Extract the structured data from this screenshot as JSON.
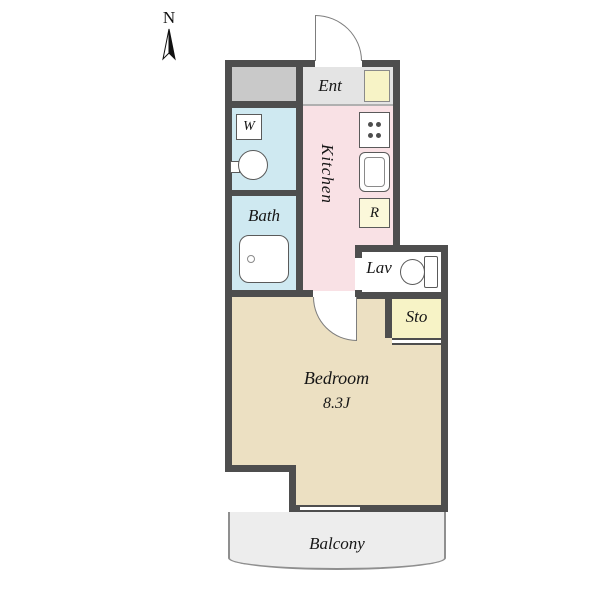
{
  "plan": {
    "compass_label": "N",
    "rooms": {
      "ent": "Ent",
      "kitchen": "Kitchen",
      "washer": "W",
      "fridge": "R",
      "bath": "Bath",
      "lav": "Lav",
      "sto": "Sto",
      "bedroom": "Bedroom",
      "bedroom_size": "8.3J",
      "balcony": "Balcony"
    },
    "colors": {
      "wall": "#4e4e4e",
      "kitchen": "#f9e1e5",
      "wet_area": "#cfe9f1",
      "bedroom": "#ece0c2",
      "storage": "#f7f3c6",
      "fridge_box": "#fbf8da",
      "entrance_floor": "#e4e4e4",
      "shoe_box": "#f7f3c6",
      "gray_block": "#c9c9c9",
      "balcony": "#ededed",
      "fixture_line": "#5a5a5a"
    }
  }
}
